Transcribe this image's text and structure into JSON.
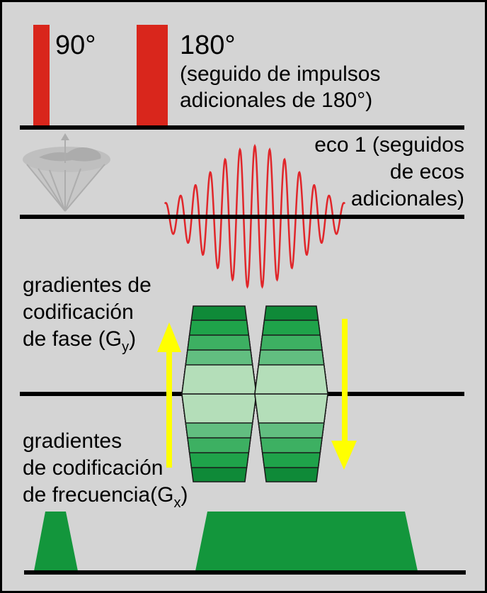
{
  "rf": {
    "pulse90_label": "90°",
    "pulse180_label": "180°",
    "pulse180_note_line1": "(seguido de impulsos",
    "pulse180_note_line2": "adicionales de 180°)",
    "pulse_color": "#d9261c"
  },
  "signal": {
    "echo_line1": "eco 1 (seguidos",
    "echo_line2": "de ecos",
    "echo_line3": "adicionales)",
    "echo_color": "#e0262a",
    "icon": "magnetization-cone-icon"
  },
  "phase": {
    "line1": "gradientes de",
    "line2": "codificación",
    "line3_pre": "de fase (G",
    "line3_sub": "y",
    "line3_post": ")",
    "arrow_color": "#ffff00"
  },
  "frequency": {
    "line1": "gradientes",
    "line2": "de codificación",
    "line3_pre": "de frecuencia(G",
    "line3_sub": "x",
    "line3_post": ")",
    "gradient_color": "#13963c"
  },
  "colors": {
    "background": "#d4d4d4",
    "phase_steps": [
      "#0f8a38",
      "#1fa34a",
      "#3db062",
      "#62be80",
      "#b4deb9"
    ]
  }
}
